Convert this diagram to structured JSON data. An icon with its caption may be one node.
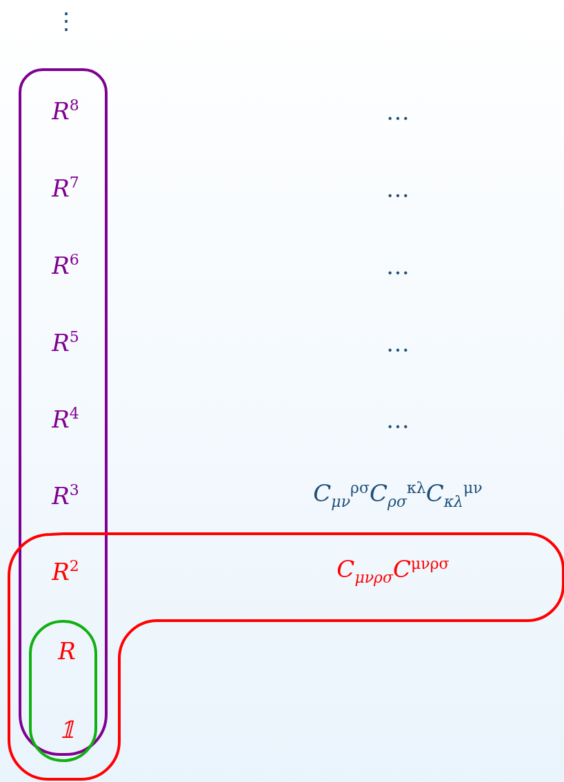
{
  "diagram": {
    "nodes": [
      {
        "text": [
          "R$^{8}$",
          "R$^{7}$",
          "R$^{6}$",
          "R$^{5}$",
          "R$^{4}$",
          "R$^{3}$",
          "R$^{2}$"
        ]
      },
      {
        "text": [
          "C$_{μνρσ}$C$^{μνρσ}$"
        ]
      },
      {
        "text": [
          "R",
          "𝟙"
        ]
      }
    ],
    "labels": [
      "⋮",
      "…",
      "…",
      "…",
      "…",
      "…",
      "C$_{μν}$$^{ρσ}$C$_{ρσ}$$^{κλ}$C$_{κλ}$$^{μν}$"
    ]
  }
}
